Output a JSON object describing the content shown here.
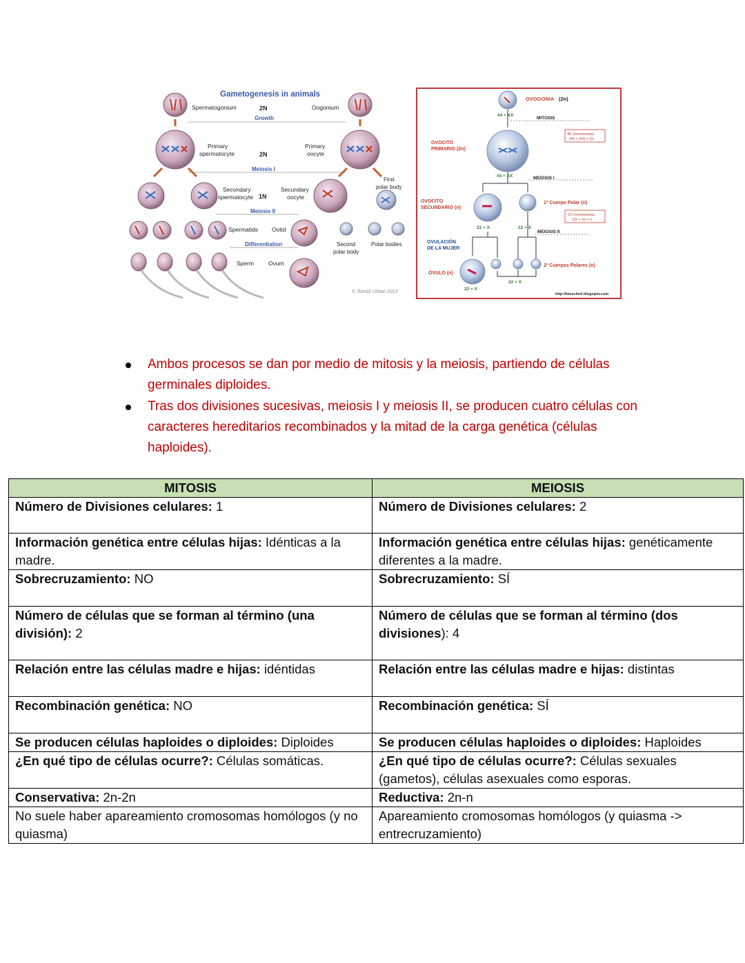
{
  "figure_left": {
    "title": "Gametogenesis in animals",
    "labels": {
      "spermatogonium": "Spermatogonium",
      "oogonium": "Oogonium",
      "ploidy_2n_a": "2N",
      "growth": "Growth",
      "primary_spermatocyte": "Primary spermatocyte",
      "primary_oocyte": "Primary oocyte",
      "ploidy_2n_b": "2N",
      "meiosis1": "Meiosis I",
      "first_polar_body": "First polar body",
      "secondary_spermatocyte": "Secondary spermatocyte",
      "ploidy_1n": "1N",
      "secundary_oocyte": "Secundary oocyte",
      "meiosis2": "Meiosis II",
      "spermatids": "Spermatids",
      "ootid": "Ootid",
      "differentiation": "Differentiation",
      "second_polar_body": "Second polar body",
      "polar_bodies": "Polar bodies",
      "sperm": "Sperm",
      "ovum": "Ovum",
      "credit": "© Tomáš Urban 2013"
    }
  },
  "figure_right": {
    "labels": {
      "ovogonia": "OVOGONIA",
      "ovogonia_n": "(2n)",
      "chrom_44xx_a": "44 + XX",
      "mitosis": "MITOSIS",
      "chrom_box1": "46 cromosomas",
      "chrom_box1b": "(44 + XX) = 2n",
      "ovocito_primario": "OVOCITO",
      "ovocito_primario2": "PRIMARIO (2n)",
      "chrom_44xx_b": "44 + XX",
      "meiosis1": "MEIOSIS I",
      "ovocito_secundario": "OVOCITO",
      "ovocito_secundario2": "SECUNDARIO (n)",
      "cuerpo_polar1": "1º Cuerpo Polar (n)",
      "chrom_box2": "23 cromosomas",
      "chrom_box2b": "(22 + X) = n",
      "chrom_22x_a": "22 + X",
      "chrom_22x_b": "22 + X",
      "meiosis2": "MEIOSIS II",
      "ovulacion": "OVULACIÓN",
      "ovulacion2": "DE LA MUJER",
      "cuerpos_polares2": "2º Cuerpos Polares (n)",
      "ovulo": "ÓVULO (n)",
      "chrom_22x_c": "22 + X",
      "chrom_22x_d": "22 + X",
      "url": "http://biuschiol.blogspot.com"
    }
  },
  "bullets": [
    "Ambos procesos se dan por medio de mitosis y la meiosis, partiendo de células germinales diploides.",
    "Tras dos divisiones sucesivas, meiosis I y meiosis II, se producen cuatro células con caracteres hereditarios recombinados y la mitad de la carga genética (células haploides)."
  ],
  "table": {
    "headers": [
      "MITOSIS",
      "MEIOSIS"
    ],
    "rows": [
      {
        "left_b": "Número de Divisiones celulares:",
        "left_t": " 1",
        "right_b": "Número de Divisiones celulares:",
        "right_t": " 2"
      },
      {
        "left_b": "Información genética entre células hijas:",
        "left_t": " Idénticas a la madre.",
        "right_b": "Información genética entre células hijas:",
        "right_t": " genéticamente diferentes a la madre."
      },
      {
        "left_b": "Sobrecruzamiento:",
        "left_t": " NO",
        "right_b": "Sobrecruzamiento:",
        "right_t": " SÍ"
      },
      {
        "left_b": "Número de células que se forman al término (una división):",
        "left_t": " 2",
        "right_b": "Número de células que se forman al término (dos divisiones",
        "right_t": "): 4"
      },
      {
        "left_b": "Relación entre las células madre e hijas:",
        "left_t": " idéntidas",
        "right_b": "Relación entre las células madre e hijas:",
        "right_t": " distintas"
      },
      {
        "left_b": "Recombinación genética:",
        "left_t": " NO",
        "right_b": "Recombinación genética:",
        "right_t": " SÍ"
      },
      {
        "left_b": "Se producen células haploides o diploides:",
        "left_t": " Diploides",
        "right_b": "Se producen células haploides o diploides:",
        "right_t": " Haploides"
      },
      {
        "left_b": "¿En qué tipo de células ocurre?:",
        "left_t": " Células somáticas.",
        "right_b": "¿En qué tipo de células ocurre?:",
        "right_t": " Células sexuales (gametos), células asexuales como esporas."
      },
      {
        "left_b": "Conservativa:",
        "left_t": " 2n-2n",
        "right_b": "Reductiva:",
        "right_t": " 2n-n"
      },
      {
        "left_b": "",
        "left_t": "No suele haber apareamiento cromosomas homólogos (y no quiasma)",
        "right_b": "",
        "right_t": "Apareamiento cromosomas homólogos (y quiasma -> entrecruzamiento)"
      }
    ]
  }
}
